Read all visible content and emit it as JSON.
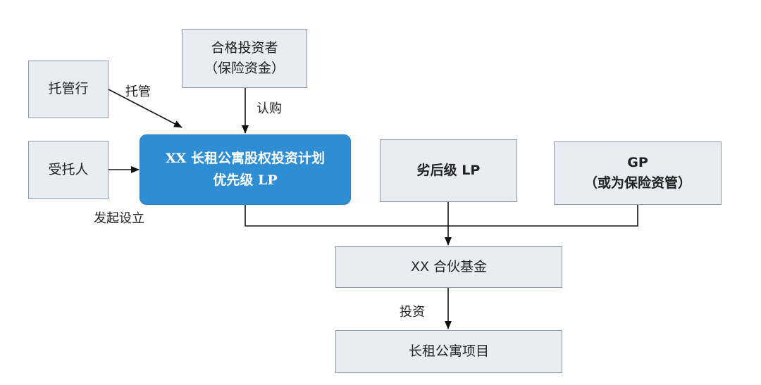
{
  "nodes": {
    "investor": {
      "line1": "合格投资者",
      "line2": "（保险资金）"
    },
    "custodian": {
      "label": "托管行"
    },
    "trustee": {
      "label": "受托人"
    },
    "plan": {
      "line1": "XX 长租公寓股权投资计划",
      "line2": "优先级 LP"
    },
    "junior": {
      "label": "劣后级 LP"
    },
    "gp": {
      "line1": "GP",
      "line2": "（或为保险资管）"
    },
    "fund": {
      "label": "XX 合伙基金"
    },
    "project": {
      "label": "长租公寓项目"
    }
  },
  "edges": {
    "custody": "托管",
    "subscribe": "认购",
    "initiate": "发起设立",
    "invest": "投资"
  },
  "colors": {
    "node_fill": "#e8edf3",
    "node_border": "#8d99a6",
    "highlight_fill": "#2f8dd3",
    "line": "#111111"
  }
}
